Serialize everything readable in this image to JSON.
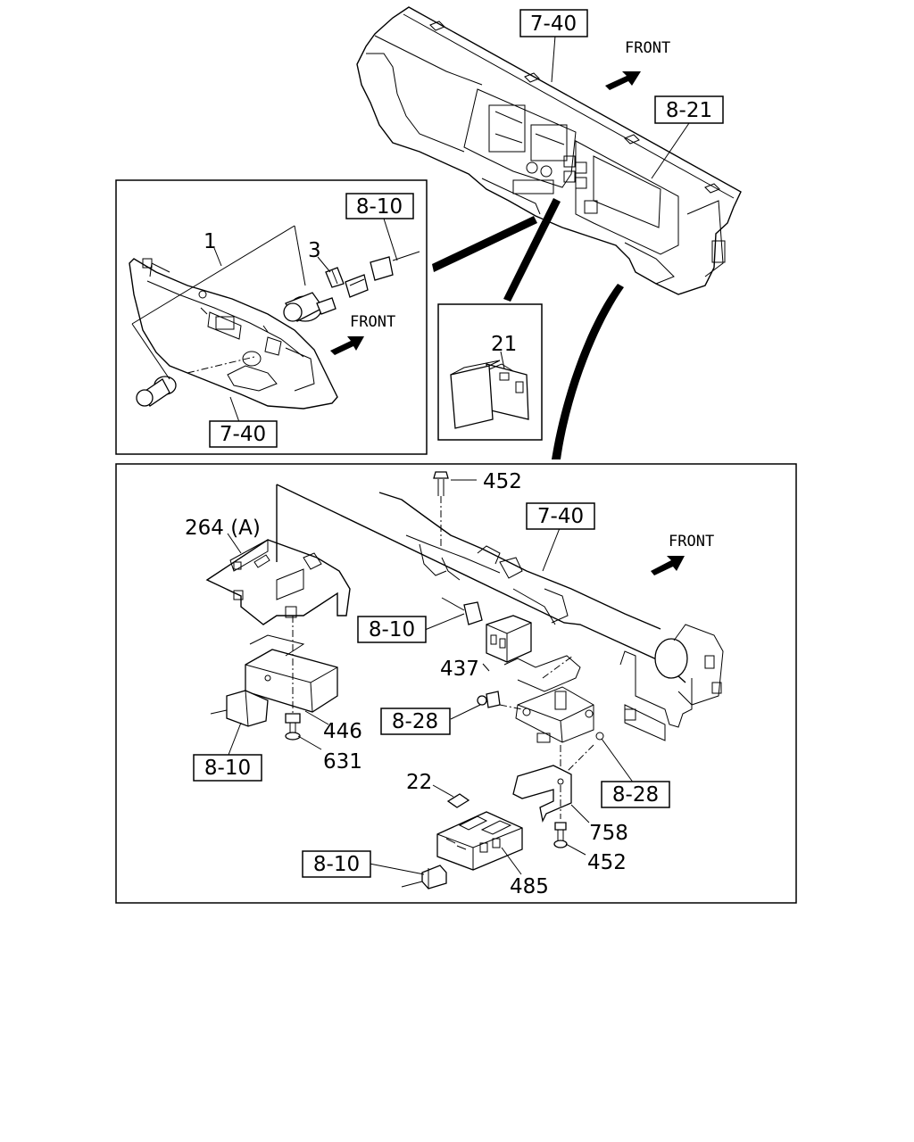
{
  "references": {
    "top_7_40": "7-40",
    "top_8_21": "8-21",
    "left_8_10": "8-10",
    "left_7_40": "7-40",
    "main_7_40": "7-40",
    "main_8_10_a": "8-10",
    "main_8_28_a": "8-28",
    "main_8_10_b": "8-10",
    "main_8_28_b": "8-28",
    "main_8_10_c": "8-10"
  },
  "parts": {
    "p1": "1",
    "p3": "3",
    "p21": "21",
    "p452_top": "452",
    "p264a": "264 (A)",
    "p437": "437",
    "p446": "446",
    "p631": "631",
    "p22": "22",
    "p758": "758",
    "p452_bottom": "452",
    "p485": "485"
  },
  "direction": {
    "top": "FRONT",
    "left": "FRONT",
    "main": "FRONT"
  }
}
